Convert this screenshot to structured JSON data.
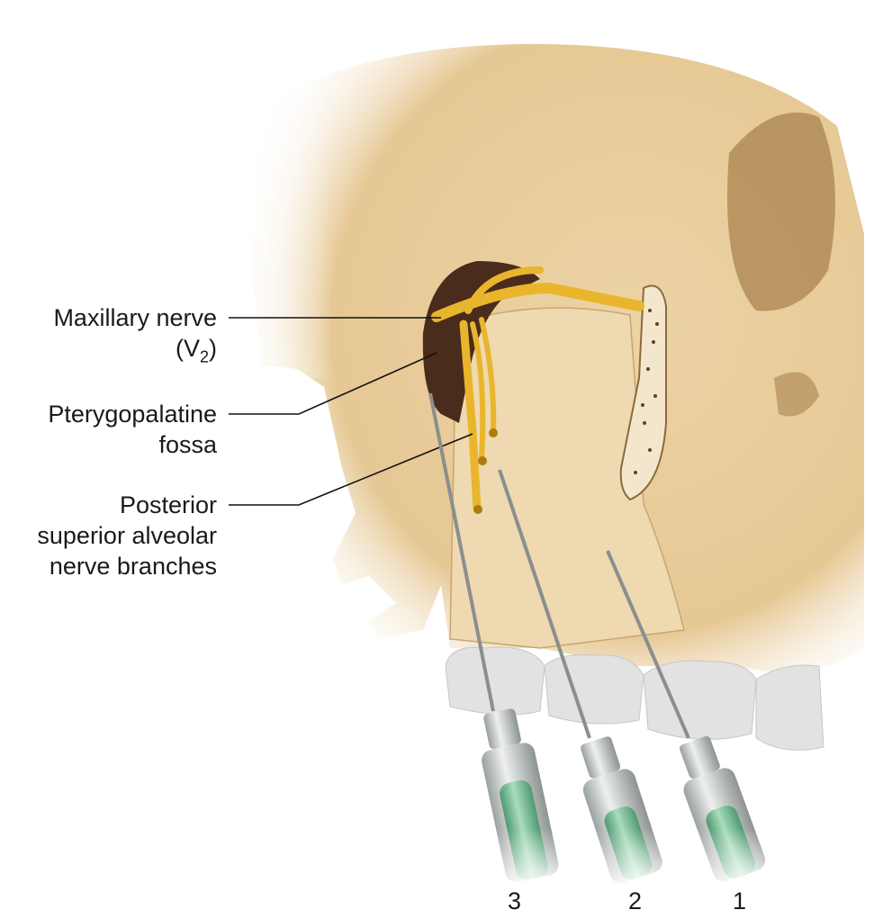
{
  "labels": {
    "maxillary_nerve": {
      "line1": "Maxillary nerve",
      "line2_prefix": "(V",
      "line2_sub": "2",
      "line2_suffix": ")"
    },
    "pterygopalatine_fossa": {
      "line1": "Pterygopalatine",
      "line2": "fossa"
    },
    "psa_branches": {
      "line1": "Posterior",
      "line2": "superior alveolar",
      "line3": "nerve branches"
    }
  },
  "needle_numbers": [
    "3",
    "2",
    "1"
  ],
  "colors": {
    "bone": "#ecd2a2",
    "bone_shadow": "#c9a570",
    "fossa": "#4a2c1c",
    "nerve": "#e9b52c",
    "teeth": "#e2e2e2",
    "syringe_fluid": "#7fbf98",
    "syringe_body": "#cfd4d2"
  }
}
